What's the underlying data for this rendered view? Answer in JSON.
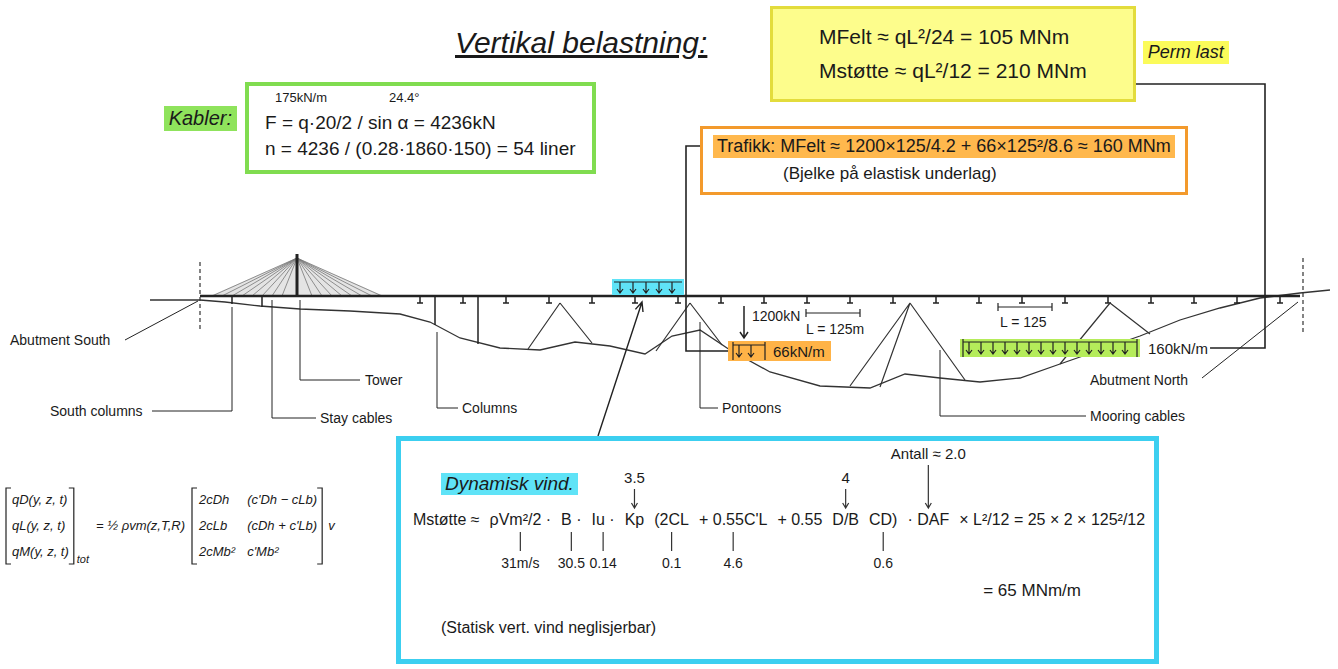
{
  "diagram": {
    "title": "Vertikal belastning:",
    "nodes": [
      {
        "text": [
          "Kabler:",
          "175kN/m",
          "24.4°",
          "F = q·20/2 / sin α = 4236kN",
          "n = 4236 / (0.28·1860·150) = 54 liner"
        ]
      },
      {
        "text": [
          "Perm last",
          "MFelt ≈ qL²/24 = 105 MNm",
          "Mstøtte ≈ qL²/12 = 210 MNm"
        ]
      },
      {
        "text": [
          "Trafikk: MFelt ≈ 1200×125/4.2 + 66×125²/8.6 ≈ 160 MNm",
          "(Bjelke på elastisk underlag)"
        ]
      },
      {
        "text": [
          "Dynamisk vind.",
          "Antall ≈ 2.0",
          "3.5",
          "4",
          "Mstøtte ≈",
          "ρVm²/2 ·",
          "B ·",
          "Iu ·",
          "Kp",
          "(2CL",
          "+ 0.55C'L",
          "+ 0.55",
          "D/B",
          "CD)",
          "· DAF",
          "× L²/12 = 25 × 2 × 125²/12",
          "31m/s",
          "30.5",
          "0.14",
          "0.1",
          "4.6",
          "0.6",
          "= 65 MNm/m",
          "(Statisk vert. vind neglisjerbar)"
        ]
      },
      {
        "text": [
          "66kN/m"
        ]
      },
      {
        "text": [
          "160kN/m"
        ]
      }
    ],
    "edges": [
      {
        "from": 2,
        "to": 4,
        "arrow": "none"
      },
      {
        "from": 1,
        "to": 5,
        "arrow": "none"
      }
    ],
    "labels": [
      "Abutment South",
      "South columns",
      "Tower",
      "Stay cables",
      "Columns",
      "Pontoons",
      "Mooring cables",
      "Abutment North",
      "1200kN",
      "L = 125m",
      "L = 125",
      "qD(y, z, t)",
      "qL(y, z, t)",
      "qM(y, z, t)",
      "tot",
      "= ½ ρvm(z,T,R)",
      "2cDh",
      "(c'Dh − cLb)",
      "2cLb",
      "(cDh + c'Lb)",
      "2cMb²",
      "c'Mb²",
      "v"
    ]
  }
}
